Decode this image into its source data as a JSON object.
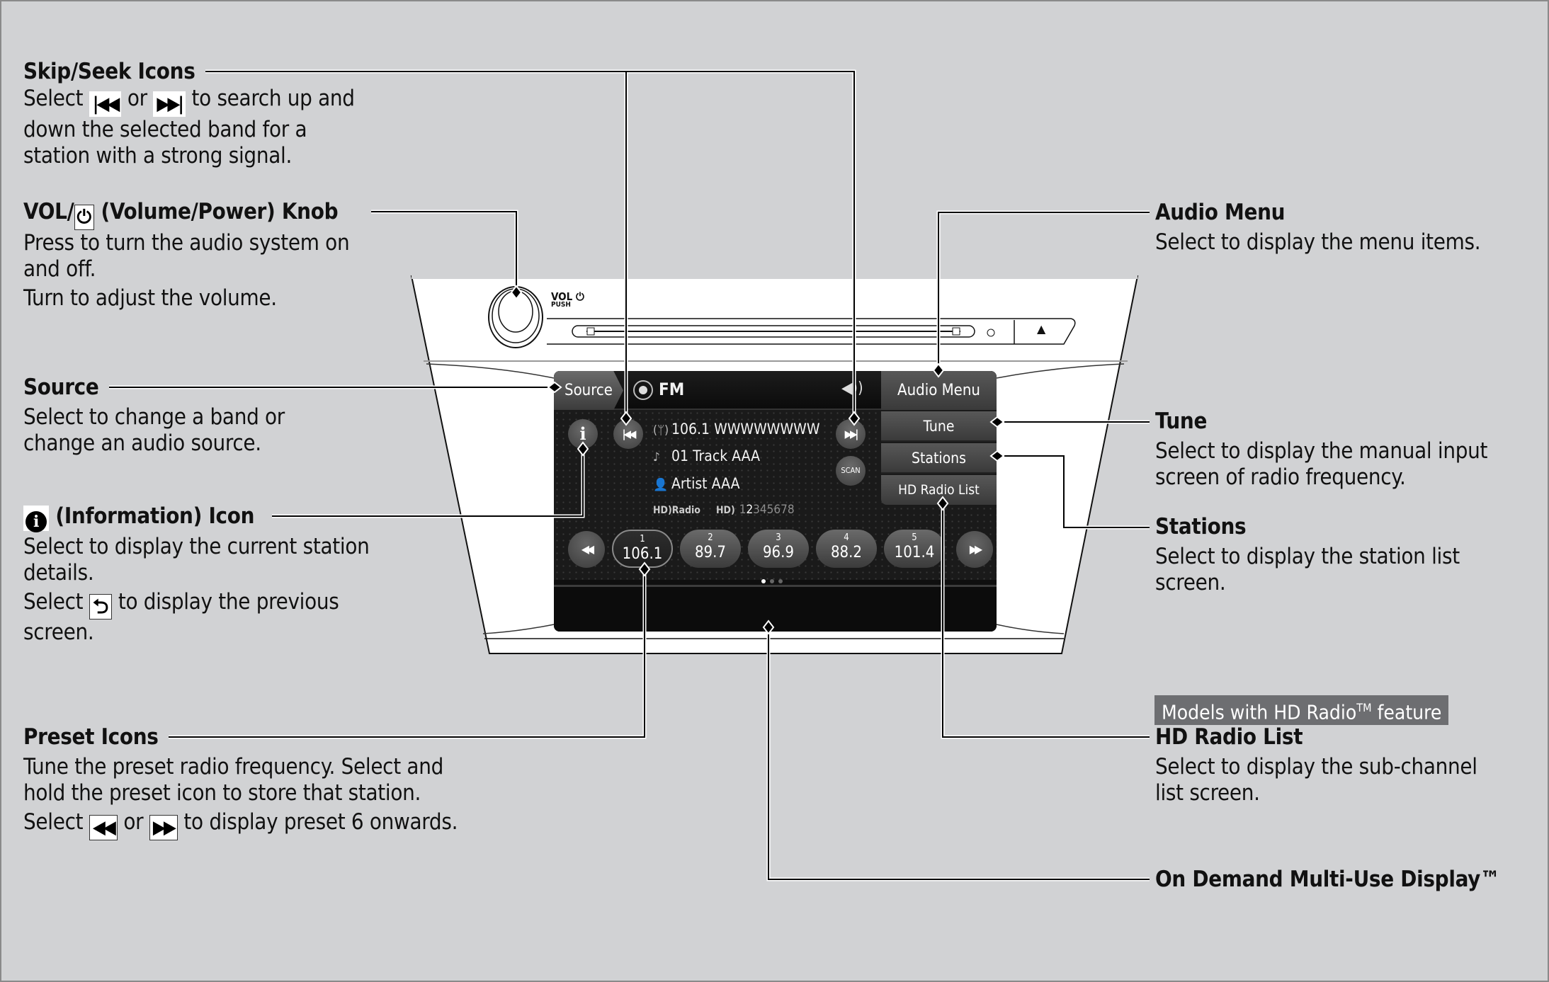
{
  "callouts": {
    "skip_seek": {
      "title": "Skip/Seek Icons",
      "body_pre": "Select",
      "icon_prev": "skip-back-icon",
      "icon_prev_glyph": "|◀◀",
      "or": "or",
      "icon_next": "skip-forward-icon",
      "icon_next_glyph": "▶▶|",
      "body_post": "to search up and",
      "body_line2": "down the selected band for a",
      "body_line3": "station with a strong signal."
    },
    "vol_knob": {
      "title_pre": "VOL/",
      "icon": "power-icon",
      "icon_glyph": "⏻",
      "title_post": "(Volume/Power) Knob",
      "body_line1": "Press to turn the audio system on",
      "body_line2": "and off.",
      "body_line3": "Turn to adjust the volume."
    },
    "source": {
      "title": "Source",
      "body_line1": "Select to change a band or",
      "body_line2": "change an audio source."
    },
    "information": {
      "icon": "info-icon",
      "icon_glyph": "i",
      "title": "(Information) Icon",
      "body_line1": "Select to display the current station",
      "body_line2": "details.",
      "body_pre": "Select",
      "back_icon": "back-icon",
      "back_glyph": "⮌",
      "body_post": "to display the previous",
      "body_line4": "screen."
    },
    "preset": {
      "title": "Preset Icons",
      "body_line1": "Tune the preset radio frequency. Select and",
      "body_line2": "hold the preset icon to store that station.",
      "body_pre": "Select",
      "rewind_glyph": "◀◀",
      "or": "or",
      "ff_glyph": "▶▶",
      "body_post": "to display preset 6 onwards."
    },
    "audio_menu": {
      "title": "Audio Menu",
      "body_line1": "Select to display the menu items."
    },
    "tune": {
      "title": "Tune",
      "body_line1": "Select to display the manual input",
      "body_line2": "screen of radio frequency."
    },
    "stations": {
      "title": "Stations",
      "body_line1": "Select to display the station list",
      "body_line2": "screen."
    },
    "hd_radio_list": {
      "badge": "Models with HD Radio",
      "badge_tm": "TM",
      "badge_post": " feature",
      "title": "HD Radio List",
      "body_line1": "Select to display the sub-channel",
      "body_line2": "list screen."
    },
    "multi_use": {
      "title": "On Demand Multi-Use Display™"
    }
  },
  "device": {
    "vol_label": "VOL",
    "push_label": "PUSH",
    "eject_glyph": "▲",
    "screen": {
      "source_label": "Source",
      "band": "FM",
      "speaker_glyph": "◀))",
      "audio_menu": "Audio Menu",
      "menu_items": [
        "Tune",
        "Stations",
        "HD Radio List"
      ],
      "info_glyph": "i",
      "prev_glyph": "◀◀",
      "next_glyph": "▶▶",
      "scan_label": "SCAN",
      "station": "106.1 WWWWWWWW",
      "track": "01 Track AAA",
      "artist": "Artist AAA",
      "hd_logo": "HD)Radio",
      "hd_prefix": "HD)",
      "hd_channels": [
        "1",
        "2",
        "3",
        "4",
        "5",
        "6",
        "7",
        "8"
      ],
      "hd_active_channel": "2",
      "rewind_glyph": "◀◀",
      "ff_glyph": "▶▶",
      "presets": [
        {
          "num": "1",
          "freq": "106.1",
          "active": true
        },
        {
          "num": "2",
          "freq": "89.7",
          "active": false
        },
        {
          "num": "3",
          "freq": "96.9",
          "active": false
        },
        {
          "num": "4",
          "freq": "88.2",
          "active": false
        },
        {
          "num": "5",
          "freq": "101.4",
          "active": false
        }
      ],
      "preset_pages": 3,
      "preset_page_current": 1
    }
  }
}
